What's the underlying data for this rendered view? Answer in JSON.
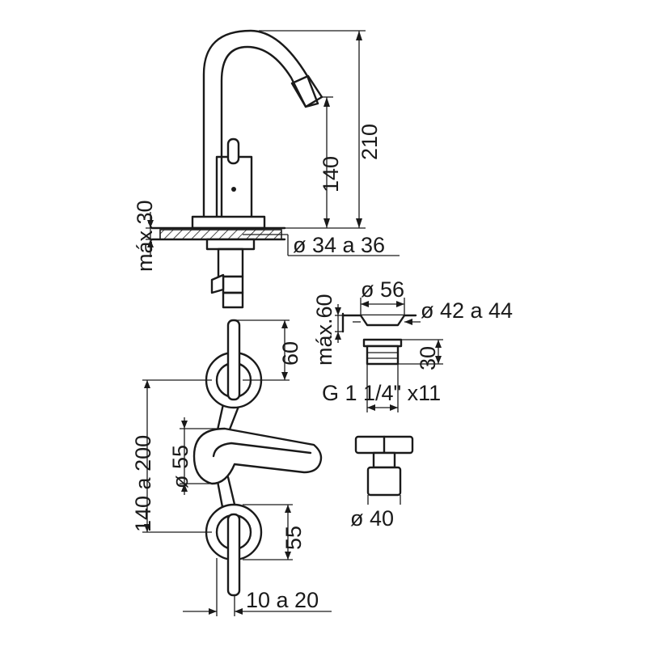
{
  "colors": {
    "line": "#1a1a1a",
    "background": "#ffffff"
  },
  "labels": {
    "height_total": "210",
    "height_spout": "140",
    "max_deck": "máx.30",
    "hole_diameter": "ø 34 a 36",
    "handle_height": "60",
    "handle_spacing": "140 a 200",
    "rosette_small": "ø 55",
    "rosette_height": "55",
    "wall_depth": "10 a 20",
    "drain_diameter": "ø 56",
    "drain_hole": "ø 42 a 44",
    "drain_max": "máx.60",
    "drain_height": "30",
    "drain_thread": "G 1 1/4\" x11",
    "knob_diameter": "ø 40"
  }
}
